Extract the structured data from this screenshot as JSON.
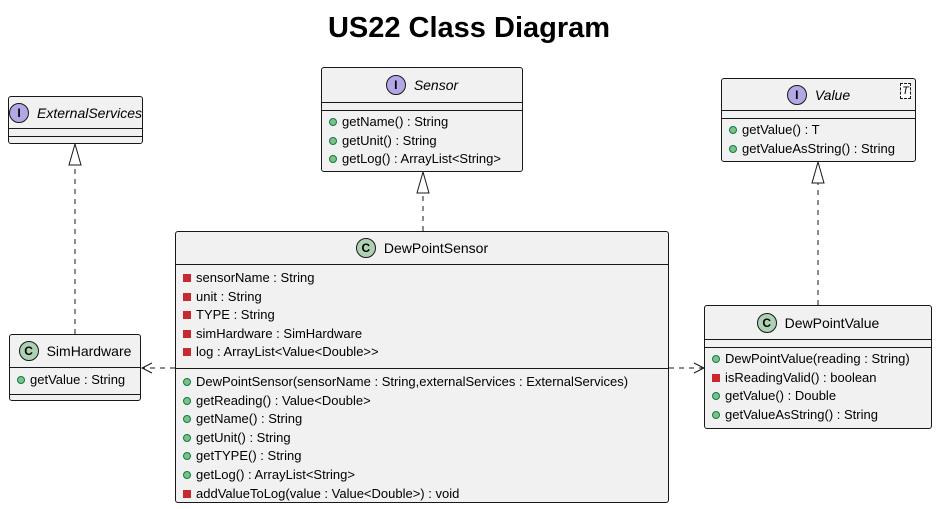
{
  "title": "US22 Class Diagram",
  "classes": {
    "external_services": {
      "kind": "interface",
      "stereotype_letter": "I",
      "name": "ExternalServices",
      "fields": [],
      "methods": []
    },
    "sensor": {
      "kind": "interface",
      "stereotype_letter": "I",
      "name": "Sensor",
      "fields": [],
      "methods": [
        {
          "visibility": "public",
          "text": "getName() : String"
        },
        {
          "visibility": "public",
          "text": "getUnit() : String"
        },
        {
          "visibility": "public",
          "text": "getLog() : ArrayList<String>"
        }
      ]
    },
    "value": {
      "kind": "interface",
      "stereotype_letter": "I",
      "name": "Value",
      "type_param": "T",
      "fields": [],
      "methods": [
        {
          "visibility": "public",
          "text": "getValue() : T"
        },
        {
          "visibility": "public",
          "text": "getValueAsString() : String"
        }
      ]
    },
    "dew_point_sensor": {
      "kind": "class",
      "stereotype_letter": "C",
      "name": "DewPointSensor",
      "fields": [
        {
          "visibility": "private",
          "text": "sensorName : String"
        },
        {
          "visibility": "private",
          "text": "unit : String"
        },
        {
          "visibility": "private",
          "text": "TYPE : String"
        },
        {
          "visibility": "private",
          "text": "simHardware : SimHardware"
        },
        {
          "visibility": "private",
          "text": "log : ArrayList<Value<Double>>"
        }
      ],
      "methods": [
        {
          "visibility": "public",
          "text": "DewPointSensor(sensorName : String,externalServices : ExternalServices)"
        },
        {
          "visibility": "public",
          "text": "getReading() : Value<Double>"
        },
        {
          "visibility": "public",
          "text": "getName() : String"
        },
        {
          "visibility": "public",
          "text": "getUnit() : String"
        },
        {
          "visibility": "public",
          "text": "getTYPE() : String"
        },
        {
          "visibility": "public",
          "text": "getLog() : ArrayList<String>"
        },
        {
          "visibility": "private",
          "text": "addValueToLog(value : Value<Double>) : void"
        }
      ]
    },
    "sim_hardware": {
      "kind": "class",
      "stereotype_letter": "C",
      "name": "SimHardware",
      "fields": [],
      "methods": [
        {
          "visibility": "public",
          "text": "getValue : String"
        }
      ]
    },
    "dew_point_value": {
      "kind": "class",
      "stereotype_letter": "C",
      "name": "DewPointValue",
      "fields": [],
      "methods": [
        {
          "visibility": "public",
          "text": "DewPointValue(reading : String)"
        },
        {
          "visibility": "private",
          "text": "isReadingValid() : boolean"
        },
        {
          "visibility": "public",
          "text": "getValue() : Double"
        },
        {
          "visibility": "public",
          "text": "getValueAsString() : String"
        }
      ]
    }
  },
  "relations": [
    {
      "from": "sim_hardware",
      "to": "external_services",
      "type": "realization"
    },
    {
      "from": "dew_point_sensor",
      "to": "sensor",
      "type": "realization"
    },
    {
      "from": "dew_point_value",
      "to": "value",
      "type": "realization"
    },
    {
      "from": "dew_point_sensor",
      "to": "sim_hardware",
      "type": "dependency"
    },
    {
      "from": "dew_point_sensor",
      "to": "dew_point_value",
      "type": "dependency"
    }
  ],
  "colors": {
    "box_fill": "#f1f1f1",
    "border": "#181818",
    "interface_circle": "#b4a7e5",
    "class_circle": "#add1b2",
    "public_marker": "#84be84",
    "private_marker": "#c82930"
  }
}
